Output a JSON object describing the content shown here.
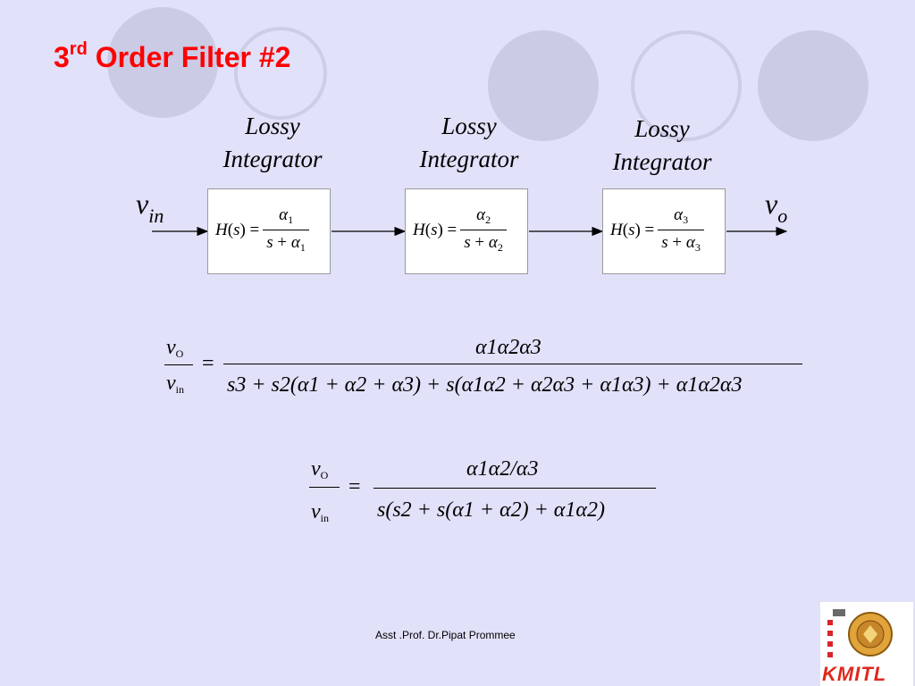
{
  "slide": {
    "title_main": "3",
    "title_sup": "rd",
    "title_rest": " Order Filter #2",
    "footer": "Asst .Prof. Dr.Pipat Prommee",
    "logo_text": "KMITL"
  },
  "colors": {
    "background": "#e1e1fa",
    "title": "#ff0000",
    "decor_fill": "#cbcbe6",
    "decor_ring": "#cdcde8",
    "block_fill": "#ffffff"
  },
  "blocks": [
    {
      "label_line1": "Lossy",
      "label_line2": "Integrator",
      "H": "H",
      "s": "s",
      "eq": "=",
      "alpha": "α",
      "index": "1",
      "plus": "+"
    },
    {
      "label_line1": "Lossy",
      "label_line2": "Integrator",
      "H": "H",
      "s": "s",
      "eq": "=",
      "alpha": "α",
      "index": "2",
      "plus": "+"
    },
    {
      "label_line1": "Lossy",
      "label_line2": "Integrator",
      "H": "H",
      "s": "s",
      "eq": "=",
      "alpha": "α",
      "index": "3",
      "plus": "+"
    }
  ],
  "signals": {
    "input": "v",
    "input_sub": "in",
    "output": "v",
    "output_sub": "o"
  },
  "equation1": {
    "lhs_num": "v",
    "lhs_num_sub": "O",
    "lhs_den": "v",
    "lhs_den_sub": "in",
    "numerator": "α1α2α3",
    "denominator": "s3 + s2(α1 + α2 + α3) + s(α1α2 + α2α3 + α1α3) + α1α2α3"
  },
  "equation2": {
    "lhs_num": "v",
    "lhs_num_sub": "O",
    "lhs_den": "v",
    "lhs_den_sub": "in",
    "numerator": "α1α2/α3",
    "denominator": "s(s2 + s(α1 + α2) + α1α2)"
  },
  "icons": {
    "logo": "kmitl-emblem-icon",
    "arrows": "arrow-right-icon"
  }
}
